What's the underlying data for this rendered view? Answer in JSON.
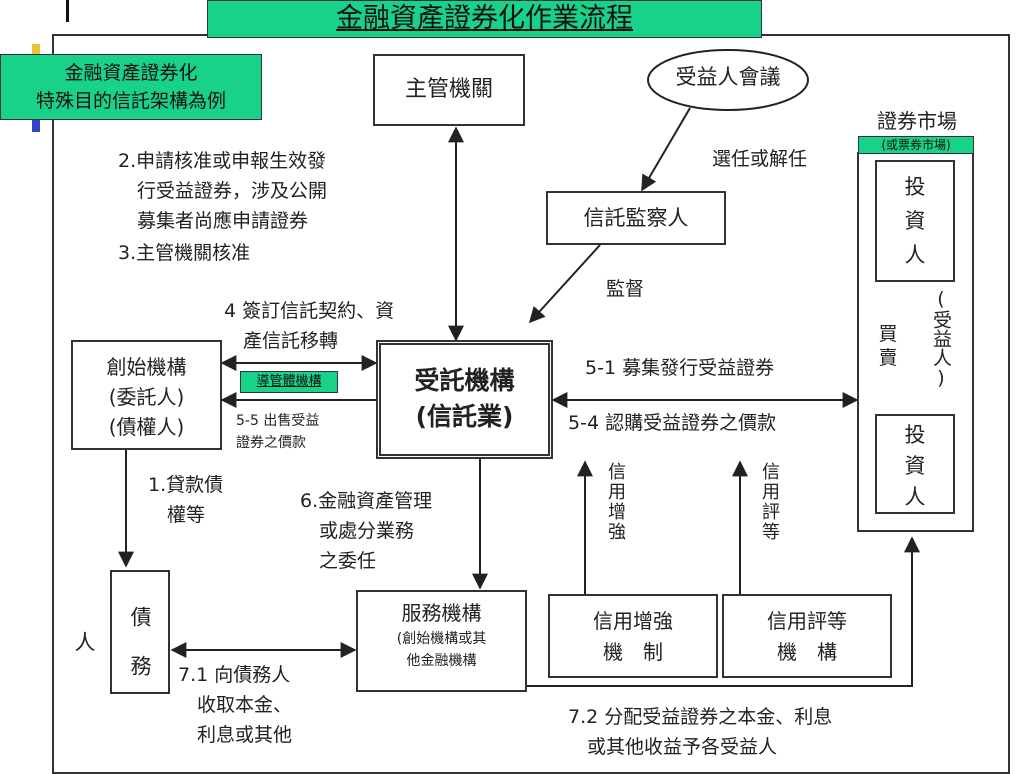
{
  "title": "金融資產證券化作業流程",
  "subtitle": "金融資產證券化\n特殊目的信託架構為例",
  "nodes": {
    "authority": "主管機關",
    "beneficiary_meeting": "受益人會議",
    "supervisor": "信託監察人",
    "originator": "創始機構\n(委託人)\n(債權人)",
    "trustee": "受託機構\n(信託業)",
    "debtor": "債\n務\n人",
    "servicer_title": "服務機構",
    "servicer_sub": "(創始機構或其\n他金融機構",
    "credit_enh": "信用增強\n機　制",
    "rating": "信用評等\n機　構",
    "market_title": "證券市場",
    "market_sub": "(或票券市場)",
    "investor1": "投\n資\n人",
    "investor2": "投\n資\n人",
    "buy_sell": "買\n賣",
    "beneficiary": "(受益人)"
  },
  "labels": {
    "step2": "2.申請核准或申報生效發\n　行受益證券，涉及公開\n　募集者尚應申請證券",
    "step3": "3.主管機關核准",
    "elect": "選任或解任",
    "supervise": "監督",
    "step4": "4 簽訂信託契約、資\n　產信託移轉",
    "conduit": "導管體機構",
    "step55": "5-5 出售受益\n證券之價款",
    "step51": "5-1 募集發行受益證券",
    "step54": "5-4 認購受益證券之價款",
    "step1": "1.貸款債\n　權等",
    "step6": "6.金融資產管理\n　或處分業務\n　之委任",
    "credit_enh_v": "信用增強",
    "rating_v": "信用評等",
    "step71": "7.1 向債務人\n　收取本金、\n　利息或其他",
    "step72": "7.2 分配受益證券之本金、利息\n　或其他收益予各受益人"
  },
  "colors": {
    "accent": "#19d28a",
    "line": "#333333"
  }
}
